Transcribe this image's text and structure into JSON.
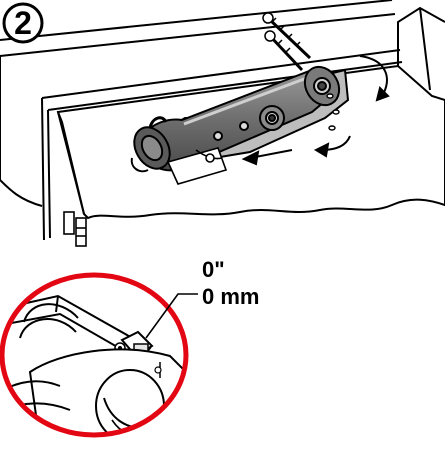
{
  "figure": {
    "step_number": "2",
    "measurement_inch": "0\"",
    "measurement_mm": "0 mm",
    "colors": {
      "line": "#000000",
      "body_shade": "#6e6e6e",
      "highlight_circle": "#e30613",
      "background": "#ffffff"
    },
    "icons": [
      "screw-icon",
      "rotation-arrow-icon",
      "push-arrow-icon"
    ]
  }
}
